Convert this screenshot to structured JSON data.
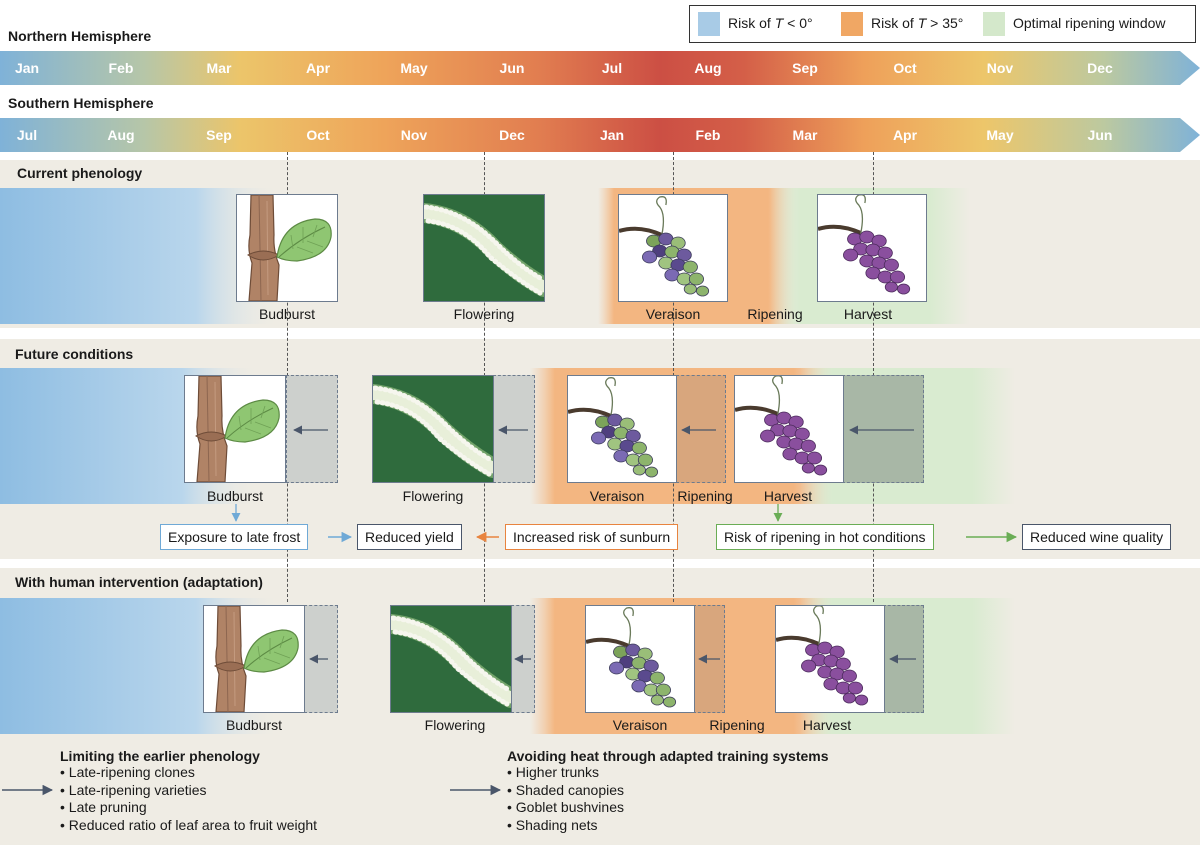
{
  "legend": {
    "frost_pre": "Risk of ",
    "frost_var": "T",
    "frost_post": " < 0°",
    "heat_pre": "Risk of ",
    "heat_var": "T",
    "heat_post": " > 35°",
    "optimal": "Optimal ripening window"
  },
  "colors": {
    "frost": "#a8cbe6",
    "heat": "#f0a764",
    "optimal": "#d4e8cb",
    "arrow": "#4a566a",
    "panel": "#efece4"
  },
  "north": {
    "title": "Northern Hemisphere",
    "months": [
      "Jan",
      "Feb",
      "Mar",
      "Apr",
      "May",
      "Jun",
      "Jul",
      "Aug",
      "Sep",
      "Oct",
      "Nov",
      "Dec"
    ]
  },
  "south": {
    "title": "Southern Hemisphere",
    "months": [
      "Jul",
      "Aug",
      "Sep",
      "Oct",
      "Nov",
      "Dec",
      "Jan",
      "Feb",
      "Mar",
      "Apr",
      "May",
      "Jun"
    ]
  },
  "current": {
    "title": "Current phenology",
    "budburst": "Budburst",
    "flowering": "Flowering",
    "veraison": "Veraison",
    "ripening": "Ripening",
    "harvest": "Harvest"
  },
  "future": {
    "title": "Future conditions",
    "budburst": "Budburst",
    "flowering": "Flowering",
    "veraison": "Veraison",
    "ripening": "Ripening",
    "harvest": "Harvest",
    "box_frost": "Exposure to late frost",
    "box_yield": "Reduced yield",
    "box_sunburn": "Increased risk of sunburn",
    "box_hot": "Risk of ripening in hot conditions",
    "box_quality": "Reduced wine quality"
  },
  "human": {
    "title": "With human intervention (adaptation)",
    "budburst": "Budburst",
    "flowering": "Flowering",
    "veraison": "Veraison",
    "ripening": "Ripening",
    "harvest": "Harvest",
    "left_title": "Limiting the earlier phenology",
    "left_items": [
      "Late-ripening clones",
      "Late-ripening varieties",
      "Late pruning",
      "Reduced ratio of leaf area to fruit weight"
    ],
    "right_title": "Avoiding heat through adapted training systems",
    "right_items": [
      "Higher trunks",
      "Shaded canopies",
      "Goblet bushvines",
      "Shading nets"
    ]
  }
}
